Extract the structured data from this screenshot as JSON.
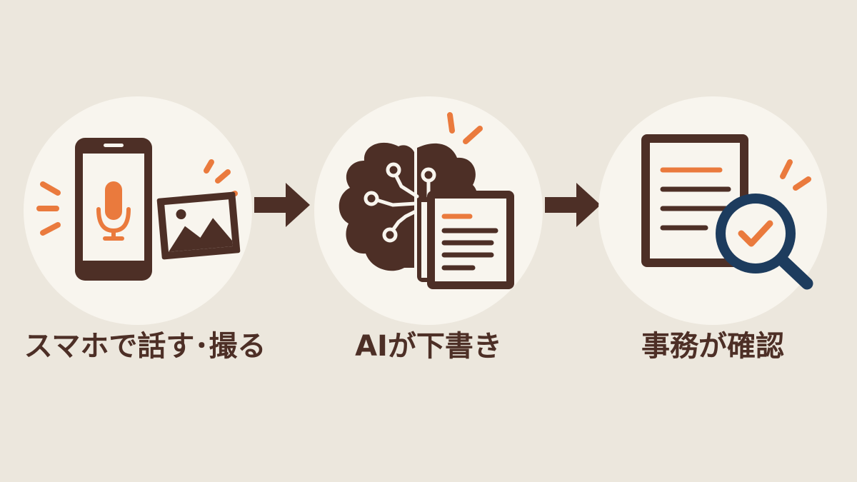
{
  "steps": [
    {
      "label": "スマホで話す･撮る",
      "icons": [
        "smartphone-icon",
        "microphone-icon",
        "image-icon",
        "sparkle-icon"
      ]
    },
    {
      "label": "AIが下書き",
      "icons": [
        "brain-circuit-icon",
        "document-icon",
        "sparkle-icon"
      ]
    },
    {
      "label": "事務が確認",
      "icons": [
        "document-icon",
        "magnifier-check-icon",
        "sparkle-icon"
      ]
    }
  ],
  "colors": {
    "background": "#ece7dd",
    "circle": "#f8f5ee",
    "dark_brown": "#4d2f26",
    "orange": "#ea7a3d",
    "navy": "#1d3c5e"
  }
}
